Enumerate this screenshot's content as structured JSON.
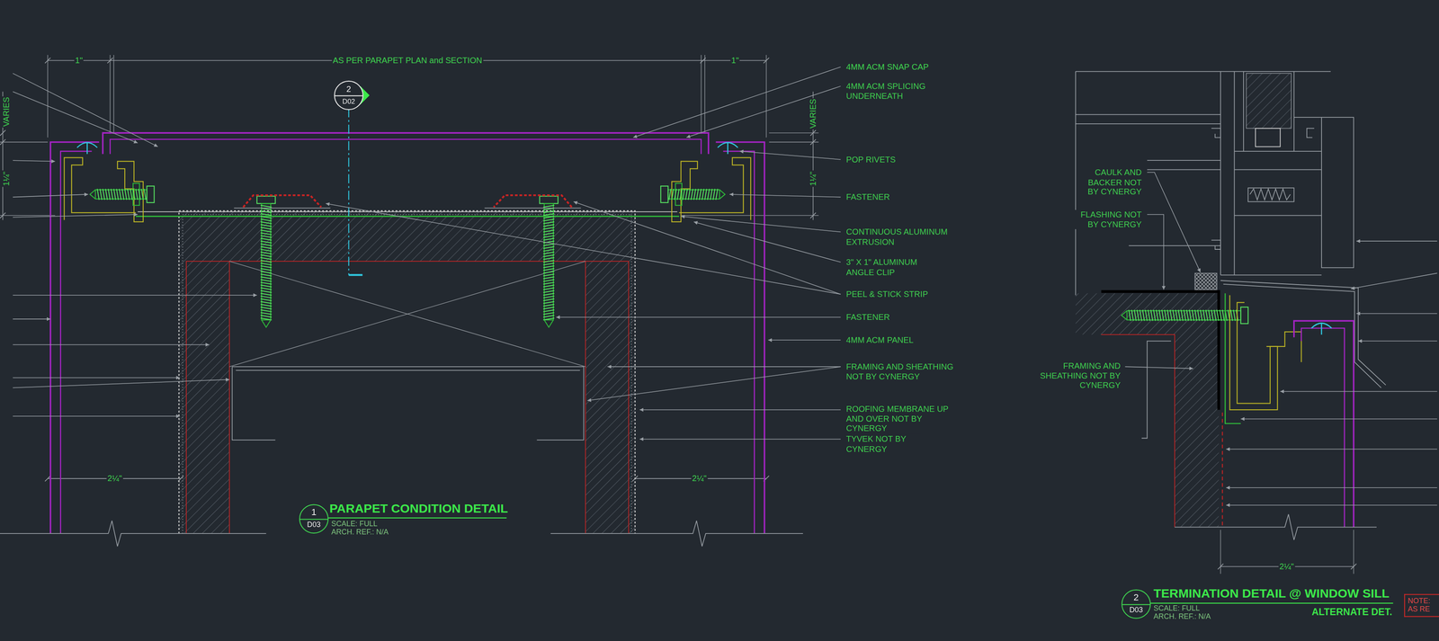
{
  "diagram": {
    "nodes": [
      {
        "text": [
          "2",
          "D02"
        ]
      },
      {
        "text": [
          "1",
          "D03"
        ]
      },
      {
        "text": [
          "2",
          "D03"
        ]
      },
      {
        "text": [
          "NOTE: AS RE"
        ]
      }
    ],
    "labels": [
      "1\"",
      "AS PER PARAPET PLAN and SECTION",
      "1\"",
      "VARIES",
      "1¼\"",
      "VARIES",
      "1¼\"",
      "4MM ACM SNAP CAP",
      "4MM ACM SPLICING UNDERNEATH",
      "POP RIVETS",
      "FASTENER",
      "CONTINUOUS ALUMINUM EXTRUSION",
      "3\" X 1\" ALUMINUM ANGLE CLIP",
      "PEEL & STICK STRIP",
      "FASTENER",
      "4MM ACM PANEL",
      "FRAMING AND SHEATHING NOT BY CYNERGY",
      "ROOFING MEMBRANE UP AND OVER NOT BY CYNERGY",
      "TYVEK NOT BY CYNERGY",
      "2¼\"",
      "2¼\"",
      "PARAPET CONDITION DETAIL",
      "SCALE: FULL",
      "ARCH. REF.: N/A",
      "CAULK AND BACKER NOT BY CYNERGY",
      "FLASHING NOT BY CYNERGY",
      "FRAMING AND SHEATHING NOT BY CYNERGY",
      "2¼\"",
      "TERMINATION DETAIL @ WINDOW SILL",
      "ALTERNATE DET.",
      "SCALE: FULL",
      "ARCH. REF.: N/A"
    ]
  }
}
